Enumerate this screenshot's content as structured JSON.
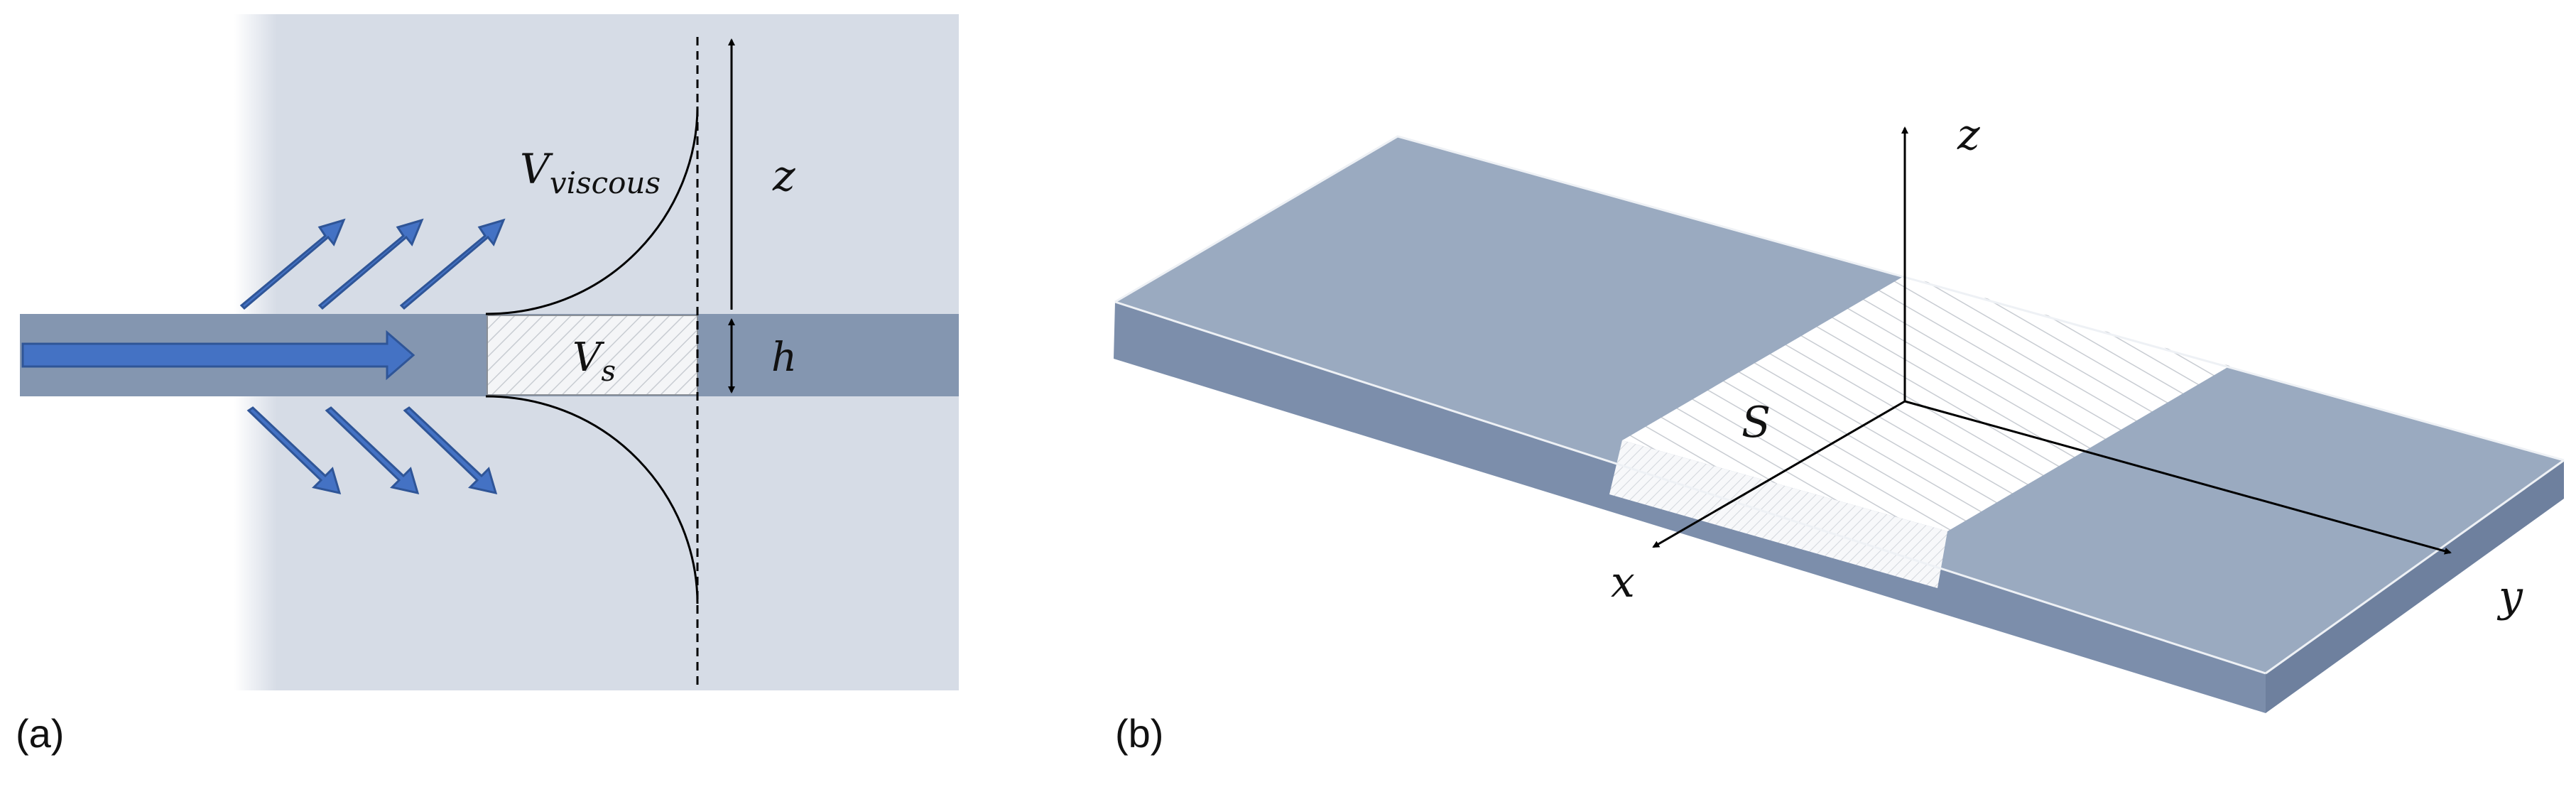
{
  "colors": {
    "panel_bg": "#d6dce6",
    "plate_band": "#8496b0",
    "arrow_blue": "#4472c4",
    "arrow_blue_edge": "#2f5597",
    "plate_top": "#9aaac0",
    "plate_side": "#7c8eab",
    "plate_end": "#6e809e",
    "hatch": "#c8ccd2",
    "line": "#000000"
  },
  "panel_a": {
    "label_viscous_main": "V",
    "label_viscous_sub": "viscous",
    "label_vs_main": "V",
    "label_vs_sub": "s",
    "label_z": "z",
    "label_h": "h",
    "caption": "(a)"
  },
  "panel_b": {
    "label_S": "S",
    "label_x": "x",
    "label_y": "y",
    "label_z": "z",
    "caption": "(b)"
  }
}
